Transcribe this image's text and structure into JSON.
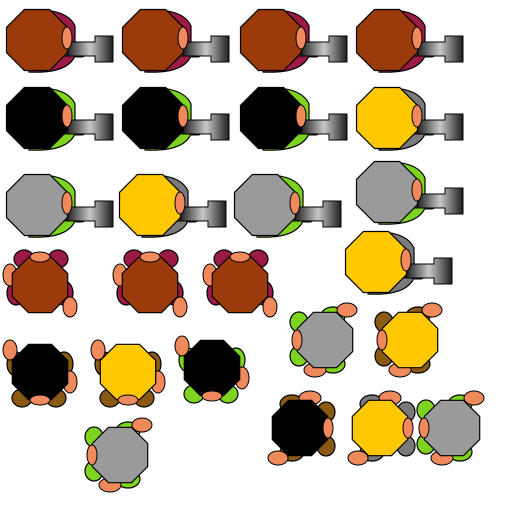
{
  "sheet": {
    "background": "#ffffff",
    "palette": {
      "hair": {
        "brown": "#9b3a0a",
        "black": "#000000",
        "yellow": "#ffc800",
        "gray": "#9a9a9a"
      },
      "shirt": {
        "maroon": "#9c1b45",
        "green": "#7ed321",
        "gray": "#7a7a7a",
        "navy": "#17406d",
        "olive": "#8a5a14"
      },
      "skin": "#f08a5d",
      "skin_dark": "#d86a3a",
      "gun_dark": "#1e1e1e",
      "gun_light": "#c8c8c8"
    },
    "sprites": [
      {
        "name": "soldier-brown-maroon-aim-1",
        "hair": "brown",
        "shirt": "maroon",
        "pose": "aim"
      },
      {
        "name": "soldier-brown-maroon-aim-2",
        "hair": "brown",
        "shirt": "maroon",
        "pose": "aim"
      },
      {
        "name": "soldier-brown-maroon-aim-3",
        "hair": "brown",
        "shirt": "maroon",
        "pose": "aim"
      },
      {
        "name": "soldier-brown-maroon-aim-4",
        "hair": "brown",
        "shirt": "maroon",
        "pose": "aim"
      },
      {
        "name": "soldier-black-green-aim-1",
        "hair": "black",
        "shirt": "green",
        "pose": "aim"
      },
      {
        "name": "soldier-black-green-aim-2",
        "hair": "black",
        "shirt": "green",
        "pose": "aim"
      },
      {
        "name": "soldier-black-green-aim-3",
        "hair": "black",
        "shirt": "green",
        "pose": "aim"
      },
      {
        "name": "soldier-yellow-gray-aim-1",
        "hair": "yellow",
        "shirt": "gray",
        "pose": "aim"
      },
      {
        "name": "soldier-gray-green-aim-1",
        "hair": "gray",
        "shirt": "green",
        "pose": "aim"
      },
      {
        "name": "soldier-yellow-gray-aim-2",
        "hair": "yellow",
        "shirt": "gray",
        "pose": "aim"
      },
      {
        "name": "soldier-gray-green-aim-2",
        "hair": "gray",
        "shirt": "green",
        "pose": "aim"
      },
      {
        "name": "soldier-gray-green-aim-3",
        "hair": "gray",
        "shirt": "green",
        "pose": "aim"
      },
      {
        "name": "soldier-yellow-gray-aim-3",
        "hair": "yellow",
        "shirt": "gray",
        "pose": "aim"
      },
      {
        "name": "soldier-brown-maroon-walk-1",
        "hair": "brown",
        "shirt": "maroon",
        "pose": "walk"
      },
      {
        "name": "soldier-brown-maroon-walk-2",
        "hair": "brown",
        "shirt": "maroon",
        "pose": "walk"
      },
      {
        "name": "soldier-brown-maroon-walk-3",
        "hair": "brown",
        "shirt": "maroon",
        "pose": "walk"
      },
      {
        "name": "soldier-black-olive-walk-1",
        "hair": "black",
        "shirt": "olive",
        "pose": "walk"
      },
      {
        "name": "soldier-yellow-olive-walk-1",
        "hair": "yellow",
        "shirt": "olive",
        "pose": "walk"
      },
      {
        "name": "soldier-black-green-walk-1",
        "hair": "black",
        "shirt": "green",
        "pose": "walk"
      },
      {
        "name": "soldier-gray-green-walk-1",
        "hair": "gray",
        "shirt": "green",
        "pose": "walk"
      },
      {
        "name": "soldier-yellow-olive-walk-2",
        "hair": "yellow",
        "shirt": "olive",
        "pose": "walk"
      },
      {
        "name": "soldier-gray-green-walk-2",
        "hair": "gray",
        "shirt": "green",
        "pose": "walk"
      },
      {
        "name": "soldier-black-olive-walk-2",
        "hair": "black",
        "shirt": "olive",
        "pose": "walk"
      },
      {
        "name": "soldier-yellow-gray-walk-1",
        "hair": "yellow",
        "shirt": "gray",
        "pose": "walk"
      },
      {
        "name": "soldier-gray-green-walk-3",
        "hair": "gray",
        "shirt": "green",
        "pose": "walk"
      }
    ]
  }
}
